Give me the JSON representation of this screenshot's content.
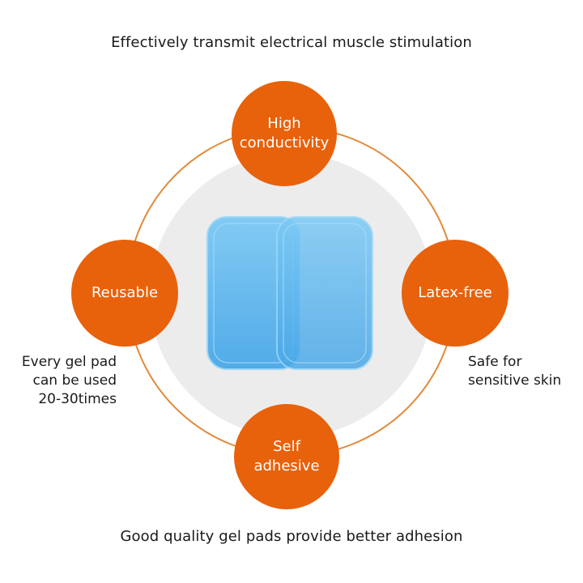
{
  "heading_top": "Effectively transmit electrical muscle stimulation",
  "heading_bottom": "Good quality gel pads provide better adhesion",
  "colors": {
    "accent": "#e8610b",
    "ring": "#e08a3a",
    "backdrop": "#ececec",
    "pad": "#5cb8f0",
    "pad_edge": "#8fd0f5"
  },
  "features": {
    "top": {
      "label": "High\nconductivity"
    },
    "left": {
      "label": "Reusable",
      "note": "Every gel pad\ncan be used\n20-30times"
    },
    "right": {
      "label": "Latex-free",
      "note": "Safe for\nsensitive skin"
    },
    "bottom": {
      "label": "Self\nadhesive"
    }
  }
}
